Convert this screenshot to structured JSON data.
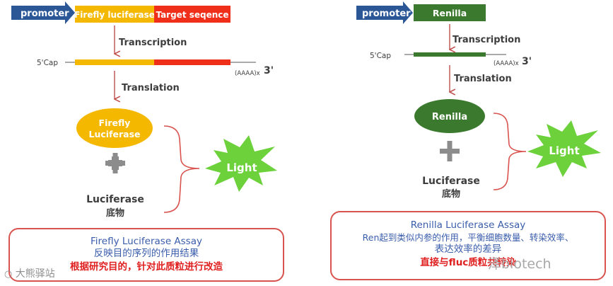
{
  "left_panel": {
    "promoter": "promoter",
    "gene1": "Firefly luciferase",
    "gene2": "Target seqence",
    "transcription": "Transcription",
    "cap": "5'Cap",
    "polya": "(AAAA)x",
    "three_prime": "3'",
    "translation": "Translation",
    "protein_line1": "Firefly",
    "protein_line2": "Luciferase",
    "plus": "+",
    "substrate_en": "Luciferase",
    "substrate_cn": "底物",
    "light": "Light",
    "box": {
      "title": "Firefly Luciferase Assay",
      "desc": "反映目的序列的作用结果",
      "note": "根据研究目的，针对此质粒进行改造"
    }
  },
  "right_panel": {
    "promoter": "promoter",
    "gene": "Renilla",
    "transcription": "Transcription",
    "cap": "5'Cap",
    "polya": "(AAAA)x",
    "three_prime": "3'",
    "translation": "Translation",
    "protein": "Renilla",
    "plus": "+",
    "substrate_en": "Luciferase",
    "substrate_cn": "底物",
    "light": "Light",
    "box": {
      "title": "Renilla Luciferase Assay",
      "desc_line1": "Ren起到类似内参的作用，平衡细胞数量、转染效率、",
      "desc_line2": "表达效率的差异",
      "note": "直接与fluc质粒共转染"
    }
  },
  "watermarks": {
    "left": "大熊驿站",
    "right": "泽biotech"
  },
  "colors": {
    "promoter_blue": "#2b5797",
    "firefly_yellow": "#f5b800",
    "target_red": "#f02f1a",
    "renilla_green": "#3b7a2e",
    "arrow_red": "#c0504d",
    "light_green": "#6cd13a",
    "box_border": "#d9534f",
    "assay_text_blue": "#3a5dab",
    "note_red": "#e02020"
  }
}
